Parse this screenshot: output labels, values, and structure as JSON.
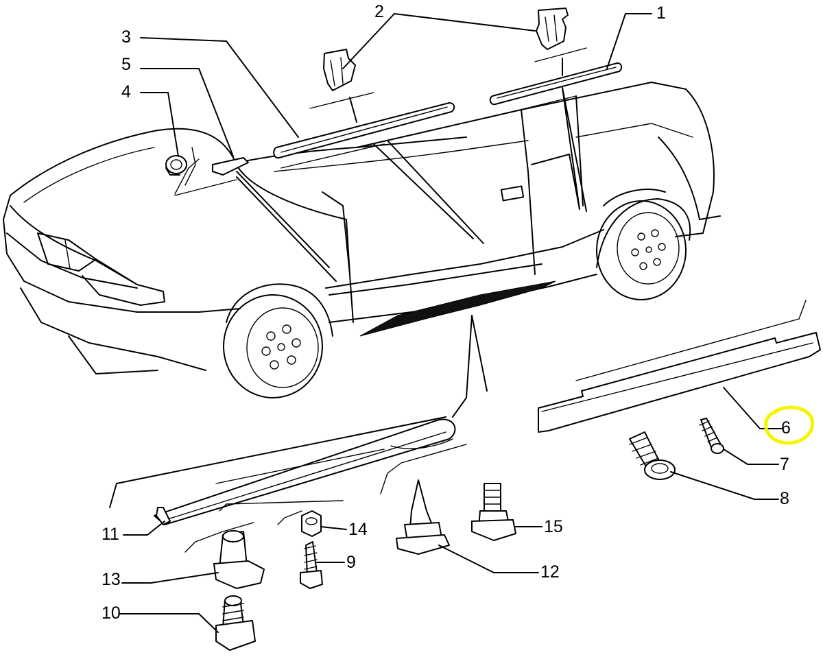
{
  "callouts": {
    "c1": "1",
    "c2": "2",
    "c3": "3",
    "c4": "4",
    "c5": "5",
    "c6": "6",
    "c7": "7",
    "c8": "8",
    "c9": "9",
    "c10": "10",
    "c11": "11",
    "c12": "12",
    "c13": "13",
    "c14": "14",
    "c15": "15"
  },
  "highlight": {
    "target": "6",
    "color": "#f5f500"
  },
  "colors": {
    "line": "#000000",
    "background": "#ffffff",
    "shade": "#d9d9d9"
  }
}
